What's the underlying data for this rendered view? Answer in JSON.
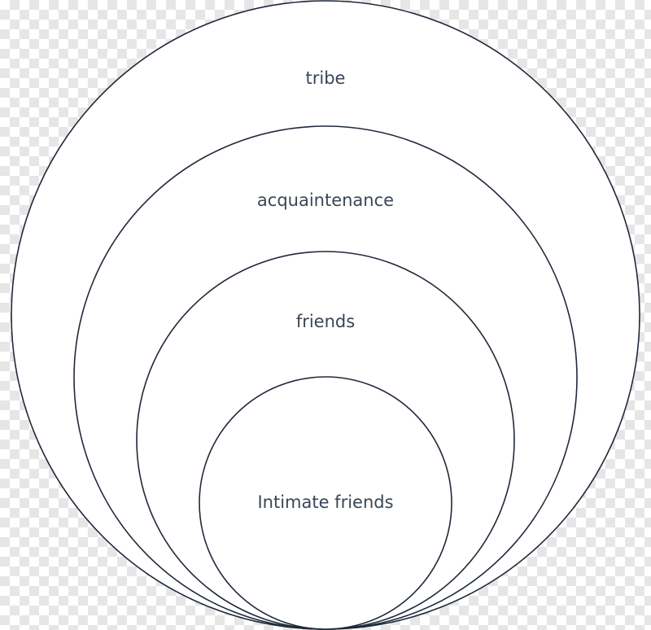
{
  "diagram": {
    "type": "nested-circles",
    "stroke_color": "#1f2a3a",
    "text_color": "#3a4656",
    "fill_color": "#ffffff",
    "rings": [
      {
        "label": "tribe"
      },
      {
        "label": "acquaintenance"
      },
      {
        "label": "friends"
      },
      {
        "label": "Intimate friends"
      }
    ]
  }
}
